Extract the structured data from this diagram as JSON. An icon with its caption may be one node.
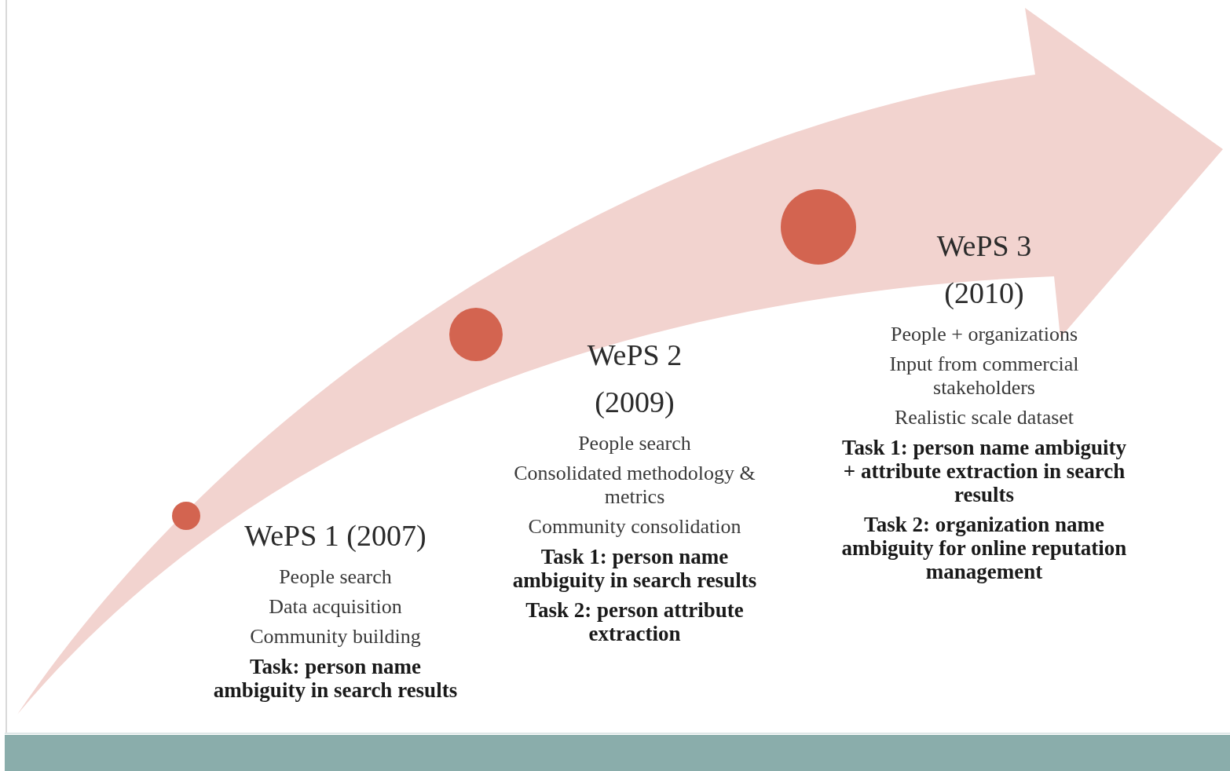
{
  "diagram": {
    "nodes": [
      {
        "text": [],
        "shape": "circle"
      },
      {
        "text": [
          "WePS 1 (2007)",
          "People search",
          "Data acquisition",
          "Community building",
          "Task: person name ambiguity in search results"
        ]
      },
      {
        "text": [],
        "shape": "circle"
      },
      {
        "text": [
          "WePS 2 (2009)",
          "People search",
          "Consolidated methodology & metrics",
          "Community consolidation",
          "Task 1: person name ambiguity in search results",
          "Task 2: person attribute extraction"
        ]
      },
      {
        "text": [],
        "shape": "circle"
      },
      {
        "text": [
          "WePS 3 (2010)",
          "People + organizations",
          "Input from commercial stakeholders",
          "Realistic scale dataset",
          "Task 1: person name ambiguity + attribute extraction in search results",
          "Task 2: organization name ambiguity for online reputation management"
        ]
      }
    ]
  }
}
